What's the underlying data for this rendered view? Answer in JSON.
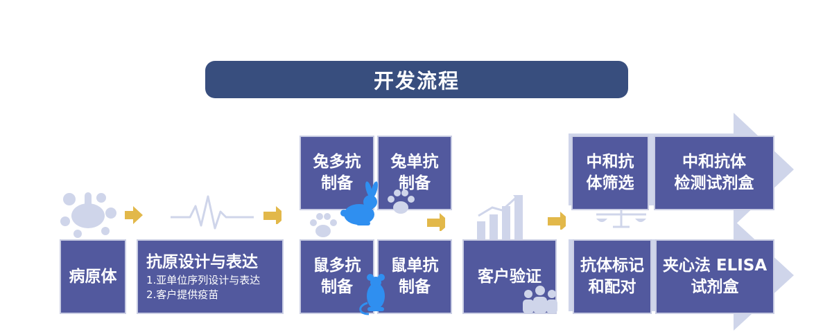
{
  "title": "开发流程",
  "steps": {
    "pathogen": "病原体",
    "antigen": {
      "label": "抗原设计与表达",
      "lines": [
        "1.亚单位序列设计与表达",
        "2.客户提供疫苗"
      ]
    },
    "rabbit_poly": "兔多抗\n制备",
    "rabbit_mono": "兔单抗\n制备",
    "mouse_poly": "鼠多抗\n制备",
    "mouse_mono": "鼠单抗\n制备",
    "customer": "客户验证",
    "neutral_screen": "中和抗\n体筛选",
    "neutral_kit": "中和抗体\n检测试剂盒",
    "label_pair": "抗体标记\n和配对",
    "elisa_kit": "夹心法 ELISA\n试剂盒"
  },
  "colors": {
    "banner": "#384e7e",
    "box": "#52599e",
    "arrow": "#e2b84a",
    "icon_light": "#cfd5ea",
    "animal_blue": "#2f8ff0"
  },
  "icons": [
    "splash-icon",
    "pulse-icon",
    "rabbit-icon",
    "paw-icon",
    "mouse-icon",
    "chart-icon",
    "people-icon",
    "scale-icon",
    "chevron-arrow-icon"
  ]
}
